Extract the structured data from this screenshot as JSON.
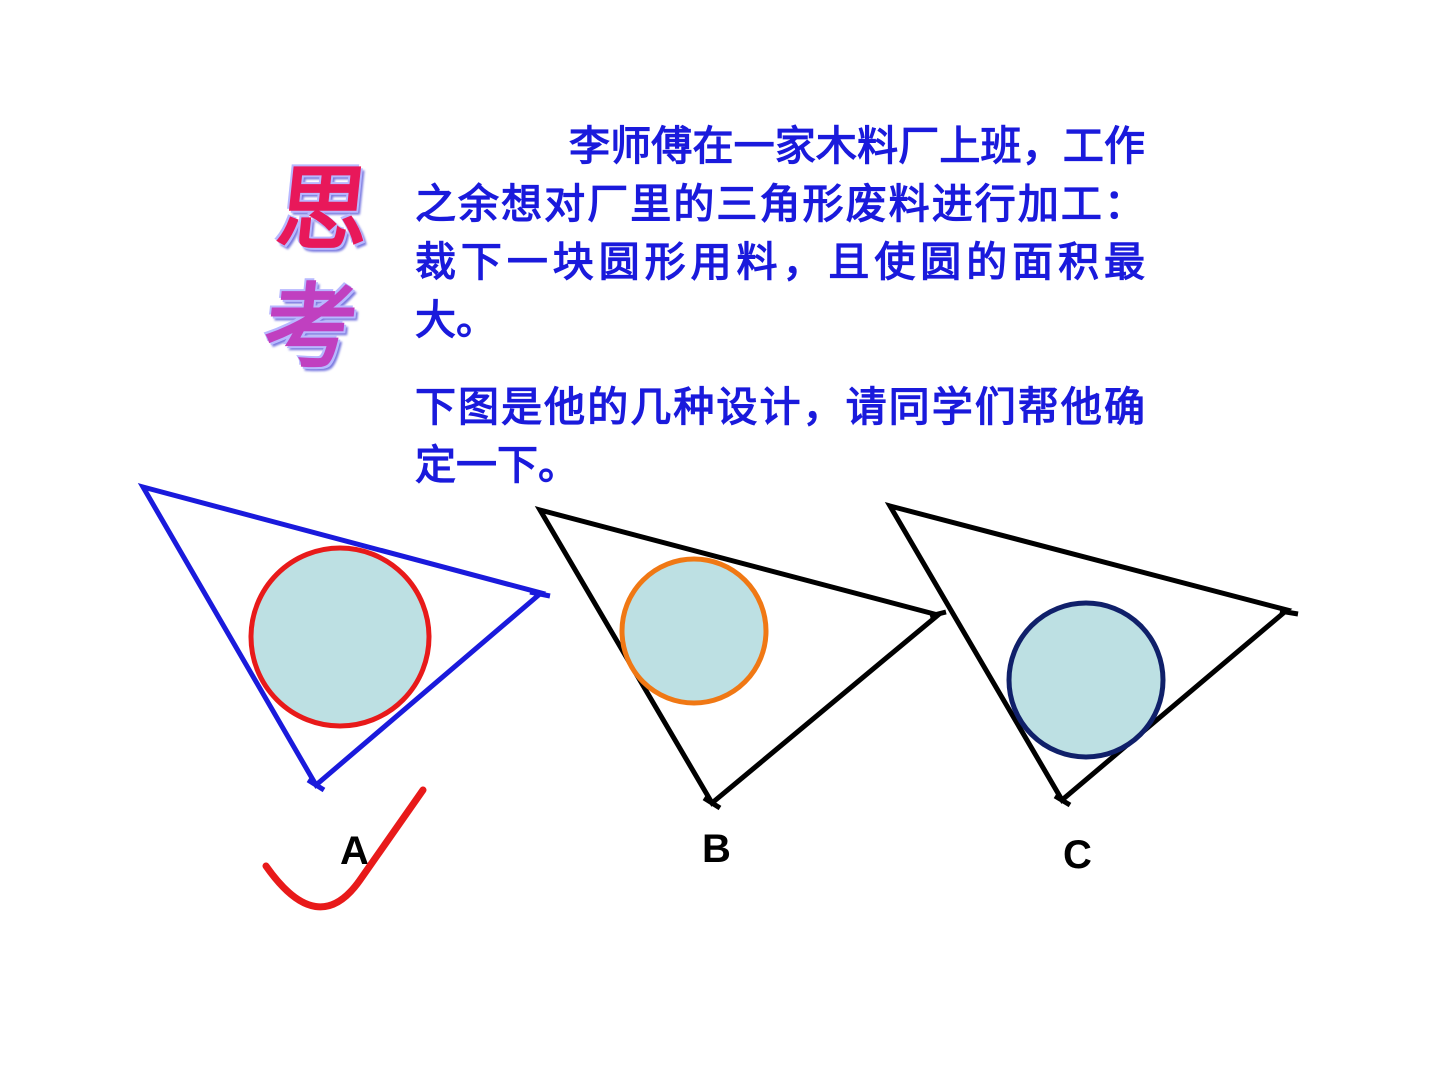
{
  "slide": {
    "title_chars": [
      "思",
      "考"
    ],
    "paragraph1": "李师傅在一家木料厂上班，工作之余想对厂里的三角形废料进行加工：裁下一块圆形用料，且使圆的面积最大。",
    "paragraph2": "下图是他的几种设计，请同学们帮他确定一下。"
  },
  "figures": [
    {
      "label": "A",
      "triangle_color": "#1a1adc",
      "circle_stroke": "#e81a1a",
      "circle_fill": "#bde0e3",
      "marked_correct": true
    },
    {
      "label": "B",
      "triangle_color": "#000000",
      "circle_stroke": "#f07814",
      "circle_fill": "#bde0e3",
      "marked_correct": false
    },
    {
      "label": "C",
      "triangle_color": "#000000",
      "circle_stroke": "#10206a",
      "circle_fill": "#bde0e3",
      "marked_correct": false
    }
  ],
  "check_mark_color": "#e81a1a"
}
